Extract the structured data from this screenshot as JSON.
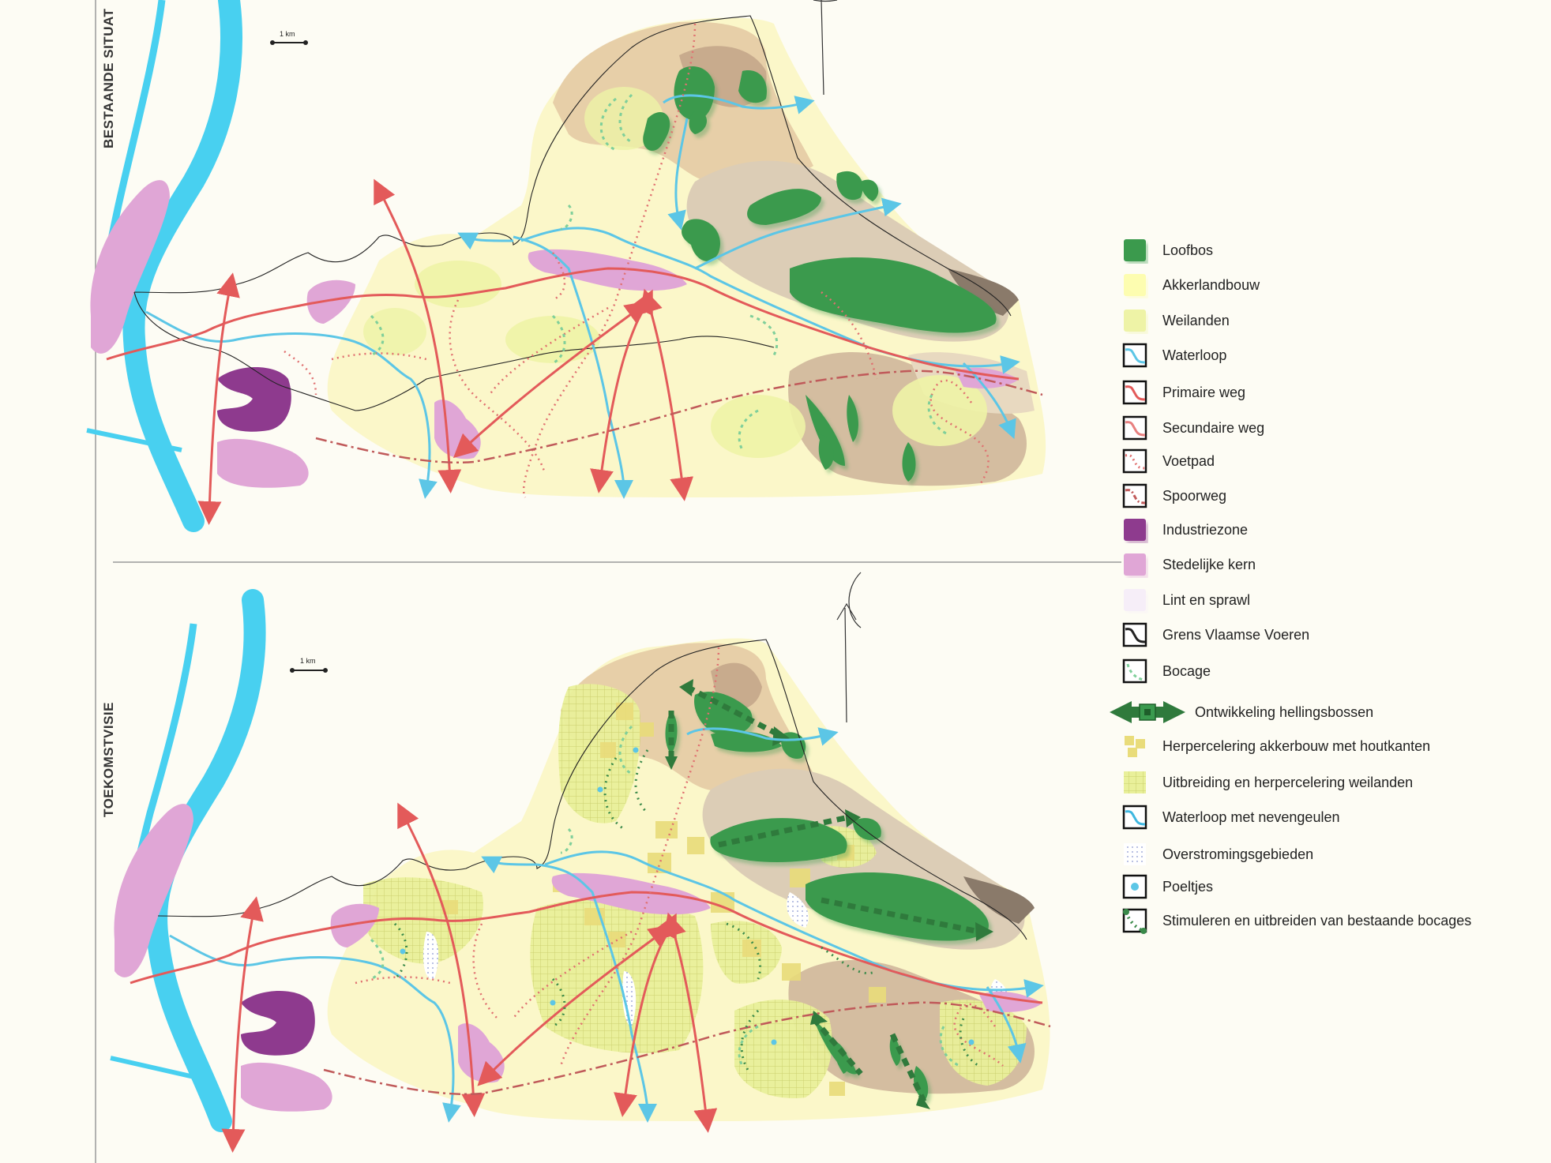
{
  "panels": {
    "top_title": "BESTAANDE SITUAT",
    "bottom_title": "TOEKOMSTVISIE",
    "scale_label": "1 km"
  },
  "legend": {
    "items": [
      {
        "label": "Loofbos",
        "icon": "solid-swatch",
        "color": "#3a9a4e"
      },
      {
        "label": "Akkerlandbouw",
        "icon": "solid-swatch",
        "color": "#fdfdb0"
      },
      {
        "label": "Weilanden",
        "icon": "solid-swatch",
        "color": "#eef3a6"
      },
      {
        "label": "Waterloop",
        "icon": "wavy-line",
        "color": "#5cc6e6"
      },
      {
        "label": "Primaire weg",
        "icon": "wavy-line",
        "color": "#e35a5a"
      },
      {
        "label": "Secundaire weg",
        "icon": "wavy-line",
        "color": "#e88080"
      },
      {
        "label": "Voetpad",
        "icon": "dotted-line",
        "color": "#e07070"
      },
      {
        "label": "Spoorweg",
        "icon": "dashdot-line",
        "color": "#c05a5a"
      },
      {
        "label": "Industriezone",
        "icon": "solid-swatch",
        "color": "#8e3a8e"
      },
      {
        "label": "Stedelijke kern",
        "icon": "solid-swatch",
        "color": "#e0a6d6"
      },
      {
        "label": "Lint en sprawl",
        "icon": "solid-swatch",
        "color": "#f6eef8"
      },
      {
        "label": "Grens Vlaamse Voeren",
        "icon": "wavy-line",
        "color": "#222222"
      },
      {
        "label": "Bocage",
        "icon": "dashed-arc",
        "color": "#7fcf9a"
      },
      {
        "label": "Ontwikkeling hellingsbossen",
        "icon": "double-arrow",
        "color": "#2f7a3c"
      },
      {
        "label": "Herpercelering akkerbouw met houtkanten",
        "icon": "patch-grid",
        "color": "#e9dc7a"
      },
      {
        "label": "Uitbreiding en herpercelering weilanden",
        "icon": "grid-swatch",
        "color": "#dfe98a"
      },
      {
        "label": "Waterloop met nevengeulen",
        "icon": "wavy-line",
        "color": "#3fb7e0"
      },
      {
        "label": "Overstromingsgebieden",
        "icon": "stipple",
        "color": "#9aa7d6"
      },
      {
        "label": "Poeltjes",
        "icon": "dot",
        "color": "#5cc6e6"
      },
      {
        "label": "Stimuleren en uitbreiden van bestaande bocages",
        "icon": "dotted-arc",
        "color": "#3a8a4a"
      }
    ]
  }
}
